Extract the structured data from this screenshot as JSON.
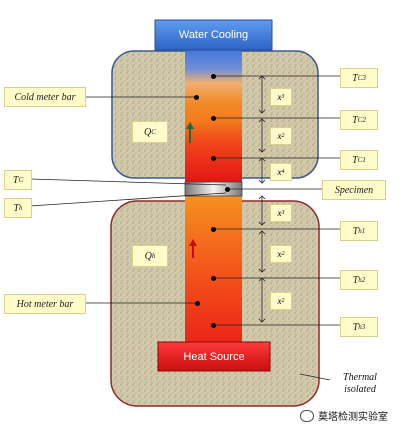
{
  "diagram": {
    "cooling_label": "Water Cooling",
    "heat_label": "Heat Source",
    "cold_meter_label": "Cold meter bar",
    "hot_meter_label": "Hot meter bar",
    "specimen_label": "Specimen",
    "tc_label": "T",
    "tc_sub": "C",
    "th_label": "T",
    "th_sub": "h",
    "qc_label": "Q",
    "qc_sub": "C",
    "qh_label": "Q",
    "qh_sub": "h",
    "right_labels": [
      {
        "main": "T",
        "sub": "C3"
      },
      {
        "main": "T",
        "sub": "C2"
      },
      {
        "main": "T",
        "sub": "C1"
      },
      {
        "main": "T",
        "sub": "h1"
      },
      {
        "main": "T",
        "sub": "h2"
      },
      {
        "main": "T",
        "sub": "h3"
      }
    ],
    "x_labels": [
      {
        "main": "x",
        "sub": "3"
      },
      {
        "main": "x",
        "sub": "2"
      },
      {
        "main": "x",
        "sub": "4"
      },
      {
        "main": "x",
        "sub": "3"
      },
      {
        "main": "x",
        "sub": "2"
      },
      {
        "main": "x",
        "sub": "2"
      }
    ],
    "thermal_label_line1": "Thermal",
    "thermal_label_line2": "isolated",
    "watermark": "莫塔检测实验室",
    "colors": {
      "cooling": "#3f7fd9",
      "heat": "#e3161a",
      "insulation": "#cfc6a8",
      "cold_border": "#3a5a90",
      "hot_border": "#8b2a2a",
      "label_fill": "#fffcc9"
    }
  }
}
